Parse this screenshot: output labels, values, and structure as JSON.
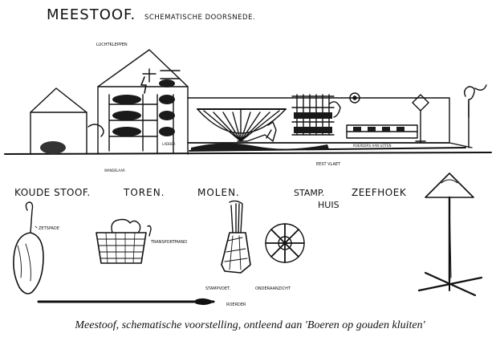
{
  "heading": {
    "title": "MEESTOOF.",
    "subtitle": "SCHEMATISCHE DOORSNEDE."
  },
  "labels": {
    "luchtkleppen": "LUCHTKLEPPEN",
    "ladder": "LADDER",
    "wandelaar": "WANDELAAR",
    "roerder_vat": "ROERDERS AAN GOTEN",
    "eestvlaet": "EEST VLAET",
    "koude_stoof": "KOUDE STOOF.",
    "toren": "TOREN.",
    "molen": "MOLEN.",
    "stamphuis_1": "STAMP.",
    "stamphuis_2": "HUIS",
    "zeefhoek": "ZEEFHOEK",
    "zetspade": "ZETSPADE",
    "transportmand": "TRANSPORTMAND",
    "stampvoet": "STAMPVOET.",
    "onderaanzicht": "ONDERAANZICHT",
    "roerder": "ROERDER"
  },
  "caption": "Meestoof, schematische voorstelling, ontleend aan 'Boeren op gouden kluiten'"
}
